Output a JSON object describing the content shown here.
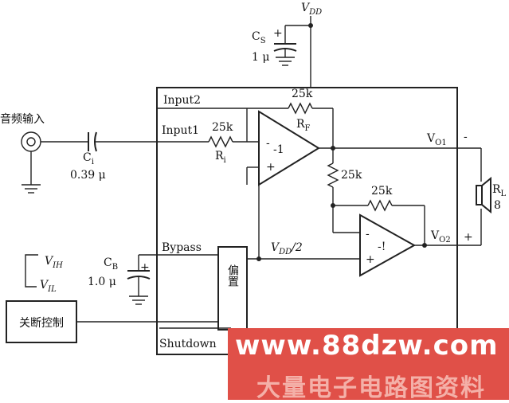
{
  "supply": {
    "vdd_label": "V",
    "vdd_sub": "DD"
  },
  "cap_s": {
    "name": "C",
    "sub": "S",
    "value": "1 μ",
    "plus": "+"
  },
  "audio_in": {
    "label": "音频输入"
  },
  "cap_i": {
    "name": "C",
    "sub": "i",
    "value": "0.39 μ"
  },
  "pins": {
    "input2": "Input2",
    "input1": "Input1",
    "bypass": "Bypass",
    "shutdown": "Shutdown"
  },
  "res_i": {
    "value": "25k",
    "name": "R",
    "sub": "i"
  },
  "res_f": {
    "value": "25k",
    "name": "R",
    "sub": "F"
  },
  "res_mid": {
    "value": "25k"
  },
  "res_fb2": {
    "value": "25k"
  },
  "amp1": {
    "gain": "-1",
    "minus": "-",
    "plus": "+"
  },
  "amp2": {
    "gain": "-!",
    "minus": "-",
    "plus": "+"
  },
  "outputs": {
    "vo1": "V",
    "vo1_sub": "O1",
    "vo1_sign": "-",
    "vo2": "V",
    "vo2_sub": "O2",
    "vo2_sign": "+"
  },
  "load": {
    "name": "R",
    "sub": "L",
    "value": "8"
  },
  "mid": {
    "label": "V",
    "sub": "DD",
    "suffix": "/2"
  },
  "cap_b": {
    "name": "C",
    "sub": "B",
    "value": "1.0 μ",
    "plus": "+"
  },
  "logic": {
    "vih": "V",
    "vih_sub": "IH",
    "vil": "V",
    "vil_sub": "IL"
  },
  "bias": {
    "label": "偏置"
  },
  "shutdown_ctrl": {
    "label": "关断控制"
  },
  "watermark": {
    "site": "www.88dzw.com",
    "caption": "大量电子电路图资料"
  }
}
